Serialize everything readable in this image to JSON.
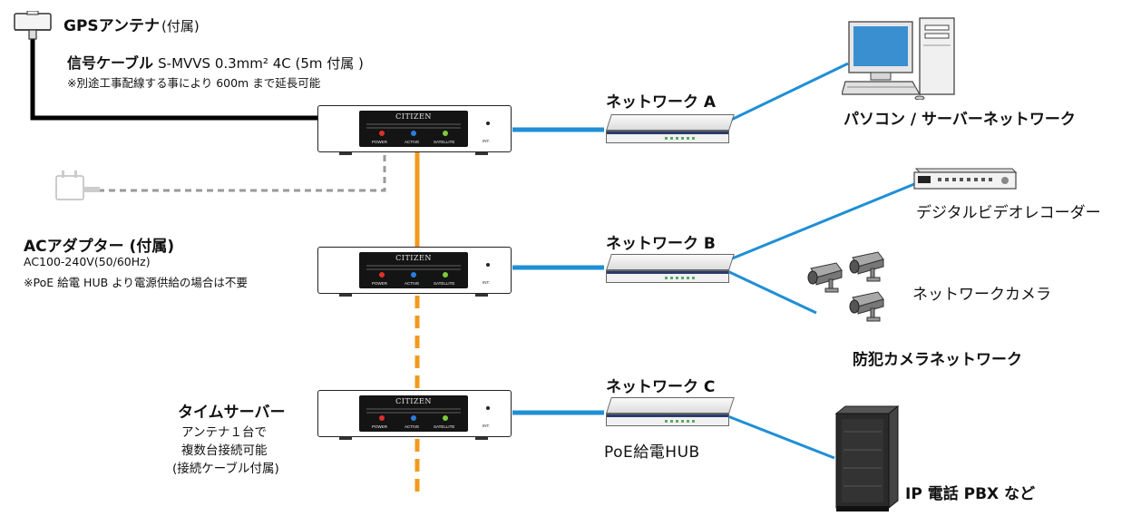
{
  "antenna": {
    "label_main": "GPSアンテナ",
    "label_sub": "(付属)",
    "icon": "gps-antenna-icon"
  },
  "signal_cable": {
    "title": "信号ケーブル",
    "spec": "S-MVVS 0.3mm² 4C (5m 付属 )",
    "note": "※別途工事配線する事により 600m まで延長可能"
  },
  "ac_adapter": {
    "title": "ACアダプター (付属)",
    "spec": "AC100-240V(50/60Hz)",
    "note": "※PoE 給電 HUB より電源供給の場合は不要",
    "icon": "ac-adapter-icon"
  },
  "time_server": {
    "title": "タイムサーバー",
    "desc": [
      "アンテナ１台で",
      "複数台接続可能",
      "(接続ケーブル付属)"
    ]
  },
  "server_unit": {
    "logo": "CITIZEN",
    "leds": [
      {
        "label": "POWER",
        "color": "#e0302a"
      },
      {
        "label": "ACTIVE",
        "color": "#2a7de0"
      },
      {
        "label": "SATELLITE",
        "color": "#7ecb3a"
      }
    ],
    "int_label": "INT."
  },
  "networks": [
    {
      "label": "ネットワーク A",
      "hub_label": ""
    },
    {
      "label": "ネットワーク B",
      "hub_label": ""
    },
    {
      "label": "ネットワーク C",
      "hub_label": "PoE給電HUB"
    }
  ],
  "endpoints": {
    "pc": {
      "label": "パソコン / サーバーネットワーク",
      "icon": "desktop-pc-icon"
    },
    "dvr": {
      "label": "デジタルビデオレコーダー",
      "icon": "video-recorder-icon"
    },
    "camera": {
      "label": "ネットワークカメラ",
      "icon": "security-camera-icon"
    },
    "camera_net": {
      "label": "防犯カメラネットワーク"
    },
    "pbx": {
      "label": "IP 電話 PBX など",
      "icon": "pbx-cabinet-icon"
    }
  },
  "colors": {
    "network_line": "#1f8fd6",
    "daisy_chain": "#f39a1e",
    "signal_cable": "#000000",
    "power_cable": "#9a9a9a"
  }
}
